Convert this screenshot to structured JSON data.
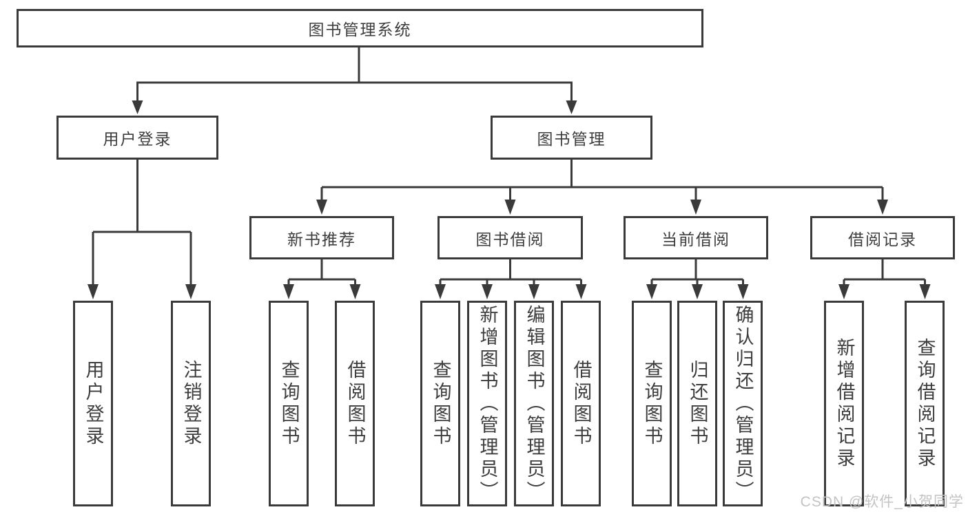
{
  "tree": {
    "root": {
      "label": "图书管理系统"
    },
    "level2": [
      {
        "label": "用户登录"
      },
      {
        "label": "图书管理"
      }
    ],
    "level3": [
      {
        "label": "新书推荐"
      },
      {
        "label": "图书借阅"
      },
      {
        "label": "当前借阅"
      },
      {
        "label": "借阅记录"
      }
    ],
    "leaves": {
      "user_login": [
        "用户登录",
        "注销登录"
      ],
      "new_book": [
        "查询图书",
        "借阅图书"
      ],
      "book_borrow": [
        "查询图书",
        "新增图书（管理员）",
        "编辑图书（管理员）",
        "借阅图书"
      ],
      "current_borrow": [
        "查询图书",
        "归还图书",
        "确认归还（管理员）"
      ],
      "borrow_records": [
        "新增借阅记录",
        "查询借阅记录"
      ]
    }
  },
  "watermark": {
    "text": "CSDN @软件_小贺同学"
  },
  "colors": {
    "line": "#3a3a3a",
    "text": "#3d3d3d",
    "background": "#ffffff",
    "watermark": "#c3c3c3"
  }
}
